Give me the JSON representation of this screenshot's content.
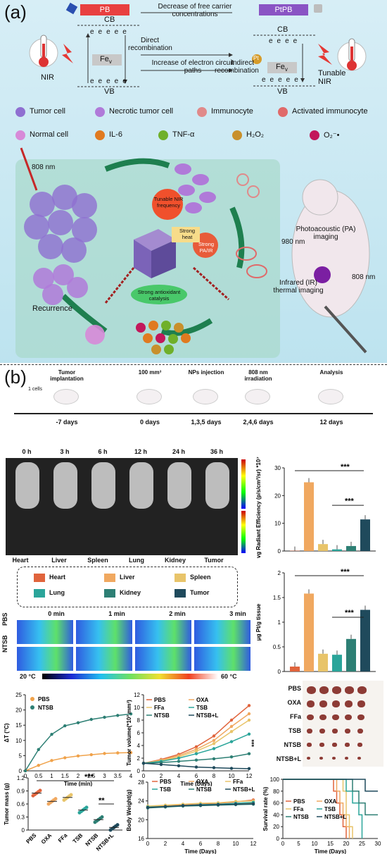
{
  "panel_a": {
    "label": "(a)",
    "pb_tag": "PB",
    "ptpb_tag": "PtPB",
    "cb": "CB",
    "vb": "VB",
    "fe": "Fe",
    "fe_sub": "v",
    "e": "e",
    "pt": "Pt",
    "direct": "Direct recombination",
    "indirect": "Indirect recombination",
    "decrease": "Decrease of free carrier concentrations",
    "increase": "Increase of electron circuit paths",
    "nir": "NIR",
    "tunable_nir": "Tunable NIR",
    "legend": [
      {
        "label": "Tumor cell",
        "color": "#8f6fd1"
      },
      {
        "label": "Necrotic tumor cell",
        "color": "#b07ad9"
      },
      {
        "label": "Immunocyte",
        "color": "#e08a8a"
      },
      {
        "label": "Activated immunocyte",
        "color": "#e06a6a"
      },
      {
        "label": "Normal cell",
        "color": "#d78ad8"
      },
      {
        "label": "IL-6",
        "color": "#e07a20"
      },
      {
        "label": "TNF-α",
        "color": "#6fb02a"
      },
      {
        "label": "H",
        "color": "#c8902c"
      },
      {
        "label": "O",
        "color": "#c2185b"
      }
    ],
    "h2o2": "H₂O₂",
    "o2": "O₂⁻•",
    "nm808": "808 nm",
    "nm980": "980 nm",
    "nm808b": "808 nm",
    "tunable_freq": "Tunable NIR frequency",
    "strong_heat": "Strong heat",
    "strong_pa": "Strong PA/IR",
    "antioxidant": "Strong antioxidant catalysis",
    "recurrence": "Recurrence",
    "pa_imaging": "Photoacoustic (PA) imaging",
    "ir_imaging": "Infrared (IR) thermal imaging"
  },
  "panel_b": {
    "label": "(b)",
    "timeline": {
      "steps": [
        "Tumor implantation",
        "100 mm³",
        "NPs injection",
        "808 nm irradiation",
        "Analysis"
      ],
      "days": [
        "-7 days",
        "0 days",
        "1,3,5 days",
        "2,4,6 days",
        "12 days"
      ],
      "cells": "1 cells"
    },
    "imaging_times": [
      "0 h",
      "3 h",
      "6 h",
      "12 h",
      "24 h",
      "36 h"
    ],
    "organs": [
      "Heart",
      "Liver",
      "Spleen",
      "Lung",
      "Kidney",
      "Tumor"
    ],
    "organ_colors": [
      "#e0643c",
      "#f0a860",
      "#e8c46a",
      "#2aa59a",
      "#2d7f74",
      "#1f4a5c"
    ],
    "thermal_times": [
      "0 min",
      "1 min",
      "2 min",
      "3 min"
    ],
    "thermal_rows": [
      "PBS",
      "NTSB"
    ],
    "thermal_scale": [
      "20 °C",
      "60 °C"
    ],
    "photo_rows": [
      "PBS",
      "OXA",
      "FFa",
      "TSB",
      "NTSB",
      "NTSB+L"
    ],
    "sig": "***",
    "sig2": "**"
  },
  "chart_data": [
    {
      "type": "bar",
      "ylabel": "Avg Radiant Efficiency (p/s/cm²/sr) *10⁷",
      "categories": [
        "Heart",
        "Liver",
        "Spleen",
        "Lung",
        "Kidney",
        "Tumor"
      ],
      "values": [
        0.1,
        24.8,
        2.5,
        0.6,
        1.8,
        11.4
      ],
      "ylim": [
        0,
        30
      ],
      "yticks": [
        0,
        10,
        20,
        30
      ]
    },
    {
      "type": "bar",
      "ylabel": "μg Pt/g tissue",
      "categories": [
        "Heart",
        "Liver",
        "Spleen",
        "Lung",
        "Kidney",
        "Tumor"
      ],
      "values": [
        0.1,
        1.58,
        0.36,
        0.34,
        0.66,
        1.25
      ],
      "ylim": [
        0,
        2.0
      ],
      "yticks": [
        0.0,
        0.5,
        1.0,
        1.5,
        2.0
      ]
    },
    {
      "type": "line",
      "xlabel": "Time (min)",
      "ylabel": "ΔT (°C)",
      "x": [
        0,
        0.5,
        1,
        1.5,
        2,
        2.5,
        3,
        3.5,
        4
      ],
      "xticks": [
        "0",
        "0.5",
        "1",
        "1.5",
        "2",
        "2.5",
        "3",
        "3.5",
        "4"
      ],
      "ylim": [
        0,
        25
      ],
      "yticks": [
        0,
        5,
        10,
        15,
        20,
        25
      ],
      "series": [
        {
          "name": "PBS",
          "values": [
            0,
            1.8,
            3.4,
            4.3,
            4.9,
            5.3,
            5.7,
            5.9,
            6.0
          ],
          "color": "#f0a24a"
        },
        {
          "name": "NTSB",
          "values": [
            0,
            7,
            12,
            14.8,
            15.8,
            16.9,
            17.6,
            18.2,
            18.7
          ],
          "color": "#2d7f74"
        }
      ]
    },
    {
      "type": "line",
      "xlabel": "Time (Days)",
      "ylabel": "Tumor volume(*10² mm³)",
      "x": [
        0,
        2,
        4,
        6,
        8,
        10,
        12
      ],
      "ylim": [
        0,
        12
      ],
      "yticks": [
        0,
        2,
        4,
        6,
        8,
        10,
        12
      ],
      "series": [
        {
          "name": "PBS",
          "values": [
            1.2,
            1.8,
            2.6,
            3.8,
            5.5,
            8.0,
            10.3
          ],
          "color": "#e0643c"
        },
        {
          "name": "OXA",
          "values": [
            1.2,
            1.7,
            2.4,
            3.4,
            4.8,
            7.0,
            9.0
          ],
          "color": "#f0a860"
        },
        {
          "name": "FFa",
          "values": [
            1.2,
            1.6,
            2.2,
            3.1,
            4.3,
            6.2,
            8.0
          ],
          "color": "#e8c46a"
        },
        {
          "name": "TSB",
          "values": [
            1.2,
            1.5,
            2.0,
            2.7,
            3.5,
            4.6,
            5.8
          ],
          "color": "#2aa59a"
        },
        {
          "name": "NTSB",
          "values": [
            1.2,
            1.3,
            1.5,
            1.7,
            1.9,
            2.2,
            2.7
          ],
          "color": "#2d7f74"
        },
        {
          "name": "NTSB+L",
          "values": [
            1.2,
            1.0,
            0.8,
            0.6,
            0.5,
            0.4,
            0.35
          ],
          "color": "#1f4a5c"
        }
      ]
    },
    {
      "type": "scatter",
      "ylabel": "Tumor mass (g)",
      "categories": [
        "PBS",
        "OXA",
        "FFa",
        "TSB",
        "NTSB",
        "NTSB+L"
      ],
      "values": [
        0.85,
        0.66,
        0.75,
        0.46,
        0.24,
        0.06
      ],
      "ylim": [
        0,
        1.2
      ],
      "yticks": [
        0.0,
        0.3,
        0.6,
        0.9,
        1.2
      ]
    },
    {
      "type": "line",
      "xlabel": "Time (Days)",
      "ylabel": "Body Weight(g)",
      "x": [
        0,
        2,
        4,
        6,
        8,
        10,
        12
      ],
      "ylim": [
        16,
        28
      ],
      "yticks": [
        16,
        20,
        24,
        28
      ],
      "series": [
        {
          "name": "PBS",
          "values": [
            22.6,
            23.0,
            23.2,
            23.4,
            23.5,
            23.8,
            24.2
          ],
          "color": "#e0643c"
        },
        {
          "name": "OXA",
          "values": [
            22.8,
            22.9,
            23.0,
            23.1,
            23.2,
            23.4,
            23.6
          ],
          "color": "#f0a860"
        },
        {
          "name": "FFa",
          "values": [
            22.9,
            23.1,
            23.3,
            23.5,
            23.6,
            23.9,
            24.0
          ],
          "color": "#e8c46a"
        },
        {
          "name": "TSB",
          "values": [
            22.7,
            22.8,
            23.0,
            23.2,
            23.3,
            23.5,
            23.7
          ],
          "color": "#2aa59a"
        },
        {
          "name": "NTSB",
          "values": [
            22.5,
            22.7,
            22.9,
            23.0,
            23.1,
            23.2,
            23.3
          ],
          "color": "#2d7f74"
        },
        {
          "name": "NTSB+L",
          "values": [
            22.6,
            22.8,
            23.0,
            23.1,
            23.2,
            23.3,
            23.4
          ],
          "color": "#1f4a5c"
        }
      ]
    },
    {
      "type": "line",
      "xlabel": "Time (Days)",
      "ylabel": "Survival rate (%)",
      "xlim": [
        0,
        30
      ],
      "xticks": [
        0,
        5,
        10,
        15,
        20,
        25,
        30
      ],
      "ylim": [
        0,
        100
      ],
      "yticks": [
        0,
        20,
        40,
        60,
        80,
        100
      ],
      "series": [
        {
          "name": "PBS",
          "values": [
            [
              0,
              100
            ],
            [
              15,
              100
            ],
            [
              16,
              80
            ],
            [
              17,
              60
            ],
            [
              18,
              40
            ],
            [
              19,
              20
            ],
            [
              20,
              0
            ]
          ],
          "color": "#e0643c"
        },
        {
          "name": "OXA",
          "values": [
            [
              0,
              100
            ],
            [
              16,
              100
            ],
            [
              17,
              80
            ],
            [
              18,
              60
            ],
            [
              19,
              40
            ],
            [
              20,
              20
            ],
            [
              21,
              0
            ]
          ],
          "color": "#f0a860"
        },
        {
          "name": "FFa",
          "values": [
            [
              0,
              100
            ],
            [
              18,
              100
            ],
            [
              19,
              80
            ],
            [
              20,
              40
            ],
            [
              21,
              20
            ],
            [
              22,
              0
            ]
          ],
          "color": "#e8c46a"
        },
        {
          "name": "TSB",
          "values": [
            [
              0,
              100
            ],
            [
              19,
              100
            ],
            [
              20,
              80
            ],
            [
              22,
              60
            ],
            [
              24,
              40
            ],
            [
              25,
              0
            ]
          ],
          "color": "#2aa59a"
        },
        {
          "name": "NTSB",
          "values": [
            [
              0,
              100
            ],
            [
              20,
              100
            ],
            [
              22,
              80
            ],
            [
              24,
              60
            ],
            [
              26,
              40
            ],
            [
              30,
              40
            ]
          ],
          "color": "#2d7f74"
        },
        {
          "name": "NTSB+L",
          "values": [
            [
              0,
              100
            ],
            [
              24,
              100
            ],
            [
              26,
              80
            ],
            [
              30,
              80
            ]
          ],
          "color": "#1f4a5c"
        }
      ]
    }
  ]
}
